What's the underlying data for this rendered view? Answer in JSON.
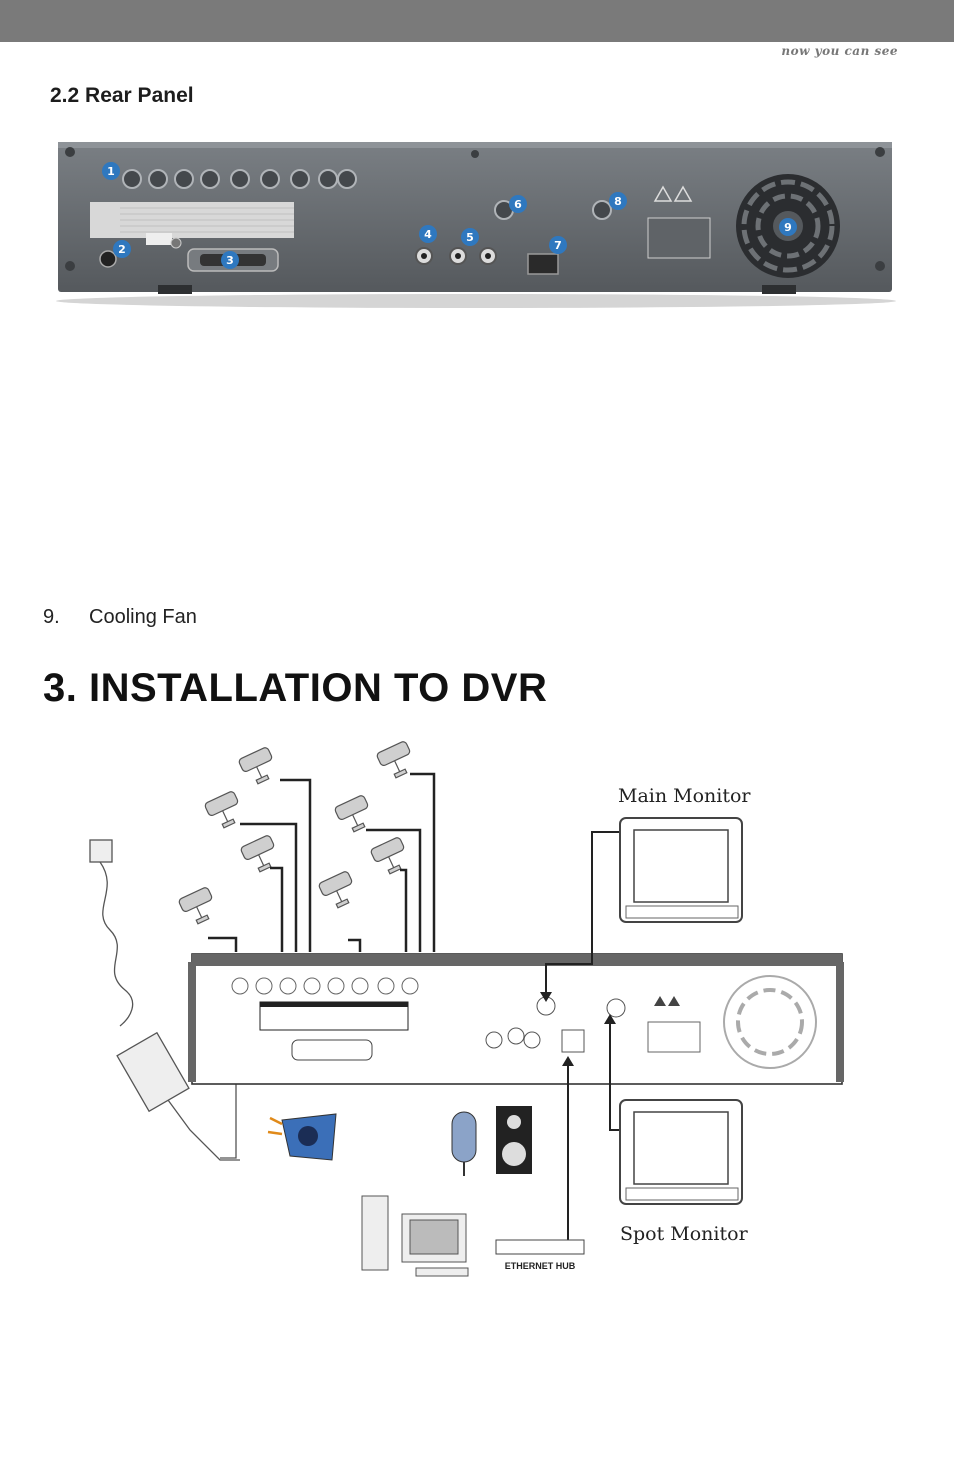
{
  "header": {
    "tagline": "now you can see"
  },
  "section": {
    "heading": "2.2 Rear Panel"
  },
  "rear_panel": {
    "callouts": [
      "1",
      "2",
      "3",
      "4",
      "5",
      "6",
      "7",
      "8",
      "9"
    ],
    "colors": {
      "callout": "#2f78bf",
      "chassis": "#666b70",
      "label": "#dcdcdc"
    }
  },
  "list": [
    {
      "number": "9.",
      "label": "Cooling Fan"
    }
  ],
  "installation": {
    "title": "3. INSTALLATION TO DVR",
    "main_monitor_label": "Main Monitor",
    "spot_monitor_label": "Spot Monitor",
    "hub_label": "ETHERNET HUB"
  }
}
